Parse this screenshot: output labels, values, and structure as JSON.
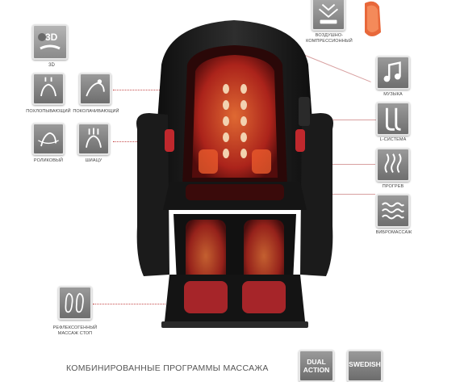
{
  "features": {
    "air": "ВОЗДУШНО-КОМПРЕССИОННЫЙ",
    "three_d": "3D",
    "tapping": "ПОХЛОПЫВАЮЩИЙ",
    "patting": "ПОКОЛАЧИВАЮЩИЙ",
    "rolling": "РОЛИКОВЫЙ",
    "shiatsu": "ШИАЦУ",
    "music": "МУЗЫКА",
    "l_track": "L-СИСТЕМА",
    "heat": "ПРОГРЕВ",
    "vibration": "ВИБРОМАССАЖ",
    "foot": "РЕФЛЕКСОГЕННЫЙ МАССАЖ СТОП"
  },
  "programs": {
    "title": "КОМБИНИРОВАННЫЕ ПРОГРАММЫ МАССАЖА",
    "dual_action": "DUAL ACTION",
    "swedish": "SWEDISH"
  },
  "colors": {
    "tile_gray": "#7a7a7a",
    "accent_red": "#c0282d",
    "glow_orange": "#e85a2c",
    "chair_black": "#1a1a1a"
  }
}
